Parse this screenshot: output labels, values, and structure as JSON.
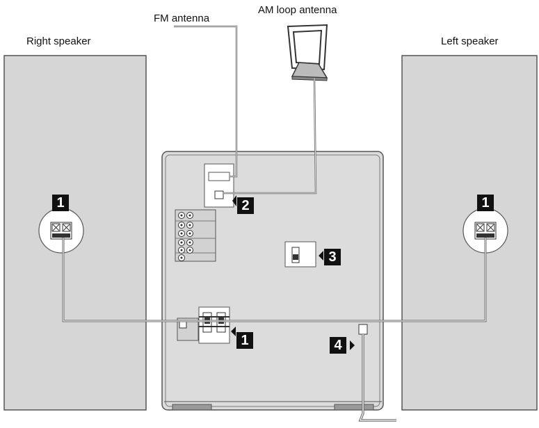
{
  "labels": {
    "right_speaker": "Right speaker",
    "left_speaker": "Left speaker",
    "fm_antenna": "FM antenna",
    "am_antenna": "AM loop antenna"
  },
  "callouts": {
    "speaker_terminals": "1",
    "antenna_jacks": "2",
    "voltage_selector": "3",
    "power_cord": "4"
  },
  "colors": {
    "speaker_panel": "#d6d6d6",
    "unit_panel": "#dcdcdc",
    "outline": "#555555",
    "badge": "#111111",
    "wire": "#6e6e6e"
  }
}
